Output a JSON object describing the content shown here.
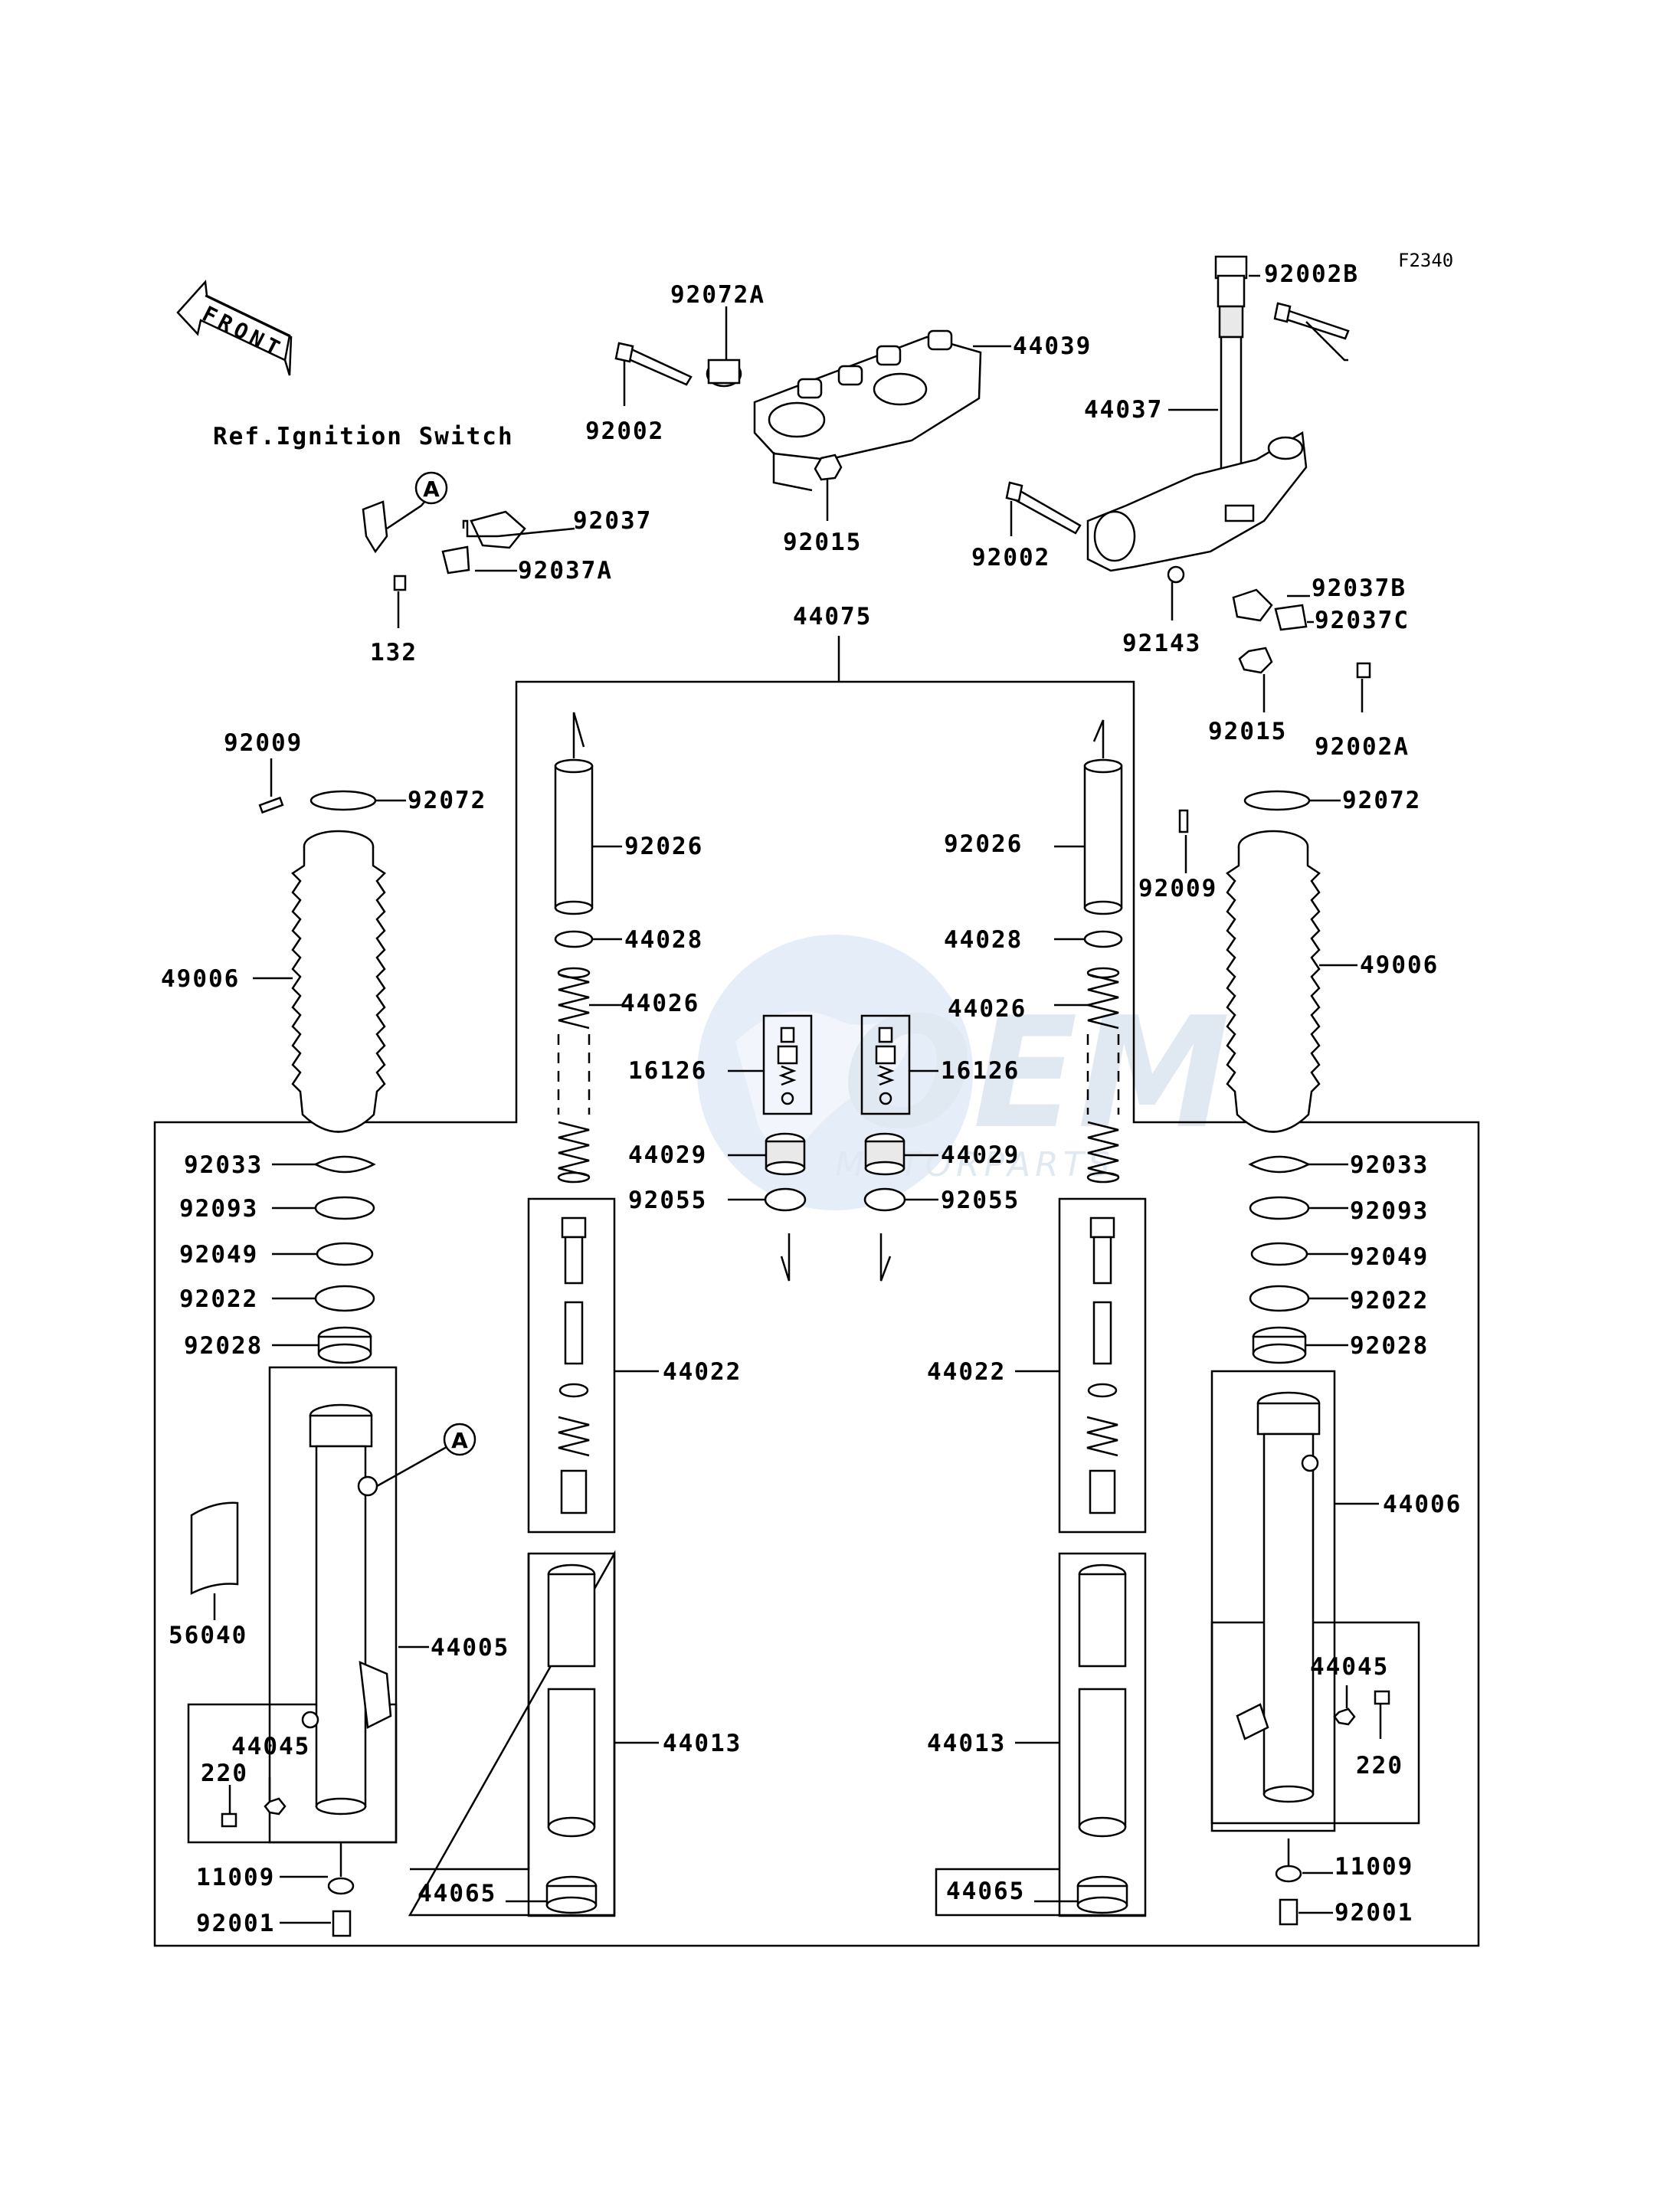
{
  "figure_code": "F2340",
  "front_arrow_label": "FRONT",
  "ref_note": "Ref.Ignition Switch",
  "circle_marker": "A",
  "watermark": {
    "brand": "OEM",
    "tagline": "MOTORPARTS",
    "colors": {
      "globe": "#cfe0f3",
      "text": "#c8d6e6"
    }
  },
  "parts": {
    "p92002B": "92002B",
    "p92072A": "92072A",
    "p44039": "44039",
    "p44037": "44037",
    "p92002_a": "92002",
    "p92002_b": "92002",
    "p92015_a": "92015",
    "p92015_b": "92015",
    "p92037": "92037",
    "p92037A": "92037A",
    "p92037B": "92037B",
    "p92037C": "92037C",
    "p92143": "92143",
    "p92002A": "92002A",
    "p132": "132",
    "p44075": "44075",
    "p92009_l": "92009",
    "p92009_r": "92009",
    "p92072_l": "92072",
    "p92072_r": "92072",
    "p49006_l": "49006",
    "p49006_r": "49006",
    "p92026_l": "92026",
    "p92026_r": "92026",
    "p44028_l": "44028",
    "p44028_r": "44028",
    "p44026_l": "44026",
    "p44026_r": "44026",
    "p16126_l": "16126",
    "p16126_r": "16126",
    "p44029_l": "44029",
    "p44029_r": "44029",
    "p92055_l": "92055",
    "p92055_r": "92055",
    "p92033_l": "92033",
    "p92033_r": "92033",
    "p92093_l": "92093",
    "p92093_r": "92093",
    "p92049_l": "92049",
    "p92049_r": "92049",
    "p92022_l": "92022",
    "p92022_r": "92022",
    "p92028_l": "92028",
    "p92028_r": "92028",
    "p44022_l": "44022",
    "p44022_r": "44022",
    "p44006": "44006",
    "p44005": "44005",
    "p56040": "56040",
    "p44013_l": "44013",
    "p44013_r": "44013",
    "p44045_l": "44045",
    "p44045_r": "44045",
    "p220_l": "220",
    "p220_r": "220",
    "p11009_l": "11009",
    "p11009_r": "11009",
    "p44065_l": "44065",
    "p44065_r": "44065",
    "p92001_l": "92001",
    "p92001_r": "92001"
  }
}
